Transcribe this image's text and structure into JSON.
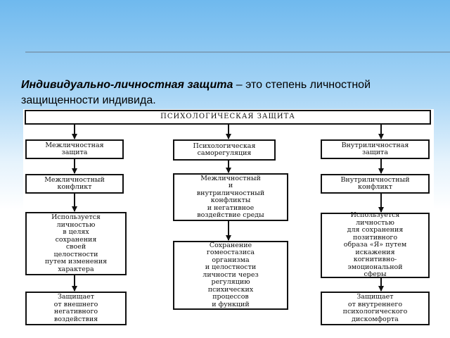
{
  "heading": {
    "term": "Индивидуально-личностная защита",
    "rest": " – это степень личностной защищенности индивида."
  },
  "diagram": {
    "title": "ПСИХОЛОГИЧЕСКАЯ ЗАЩИТА",
    "columns": [
      {
        "id": "left",
        "boxes": [
          "Межличностная\nзащита",
          "Межличностный\nконфликт",
          "Используется\nличностью\nв целях\nсохранения\nсвоей\nцелостности\nпутем изменения\nхарактера",
          "Защищает\nот внешнего\nнегативного\nвоздействия"
        ]
      },
      {
        "id": "middle",
        "boxes": [
          "Психологическая\nсаморегуляция",
          "Межличностный\nи\nвнутриличностный\nконфликты\nи негативное\nвоздействие среды",
          "Сохранение\nгомеостазиса\nорганизма\nи целостности\nличности через\nрегуляцию\nпсихических\nпроцессов\nи функций"
        ]
      },
      {
        "id": "right",
        "boxes": [
          "Внутриличностная\nзащита",
          "Внутриличностный\nконфликт",
          "Используется\nличностью\nдля сохранения\nпозитивного\nобраза «Я» путем\nискажения\nкогнитивно-\nэмоциональной\nсферы",
          "Защищает\nот внутреннего\nпсихологического\nдискомфорта"
        ]
      }
    ]
  }
}
